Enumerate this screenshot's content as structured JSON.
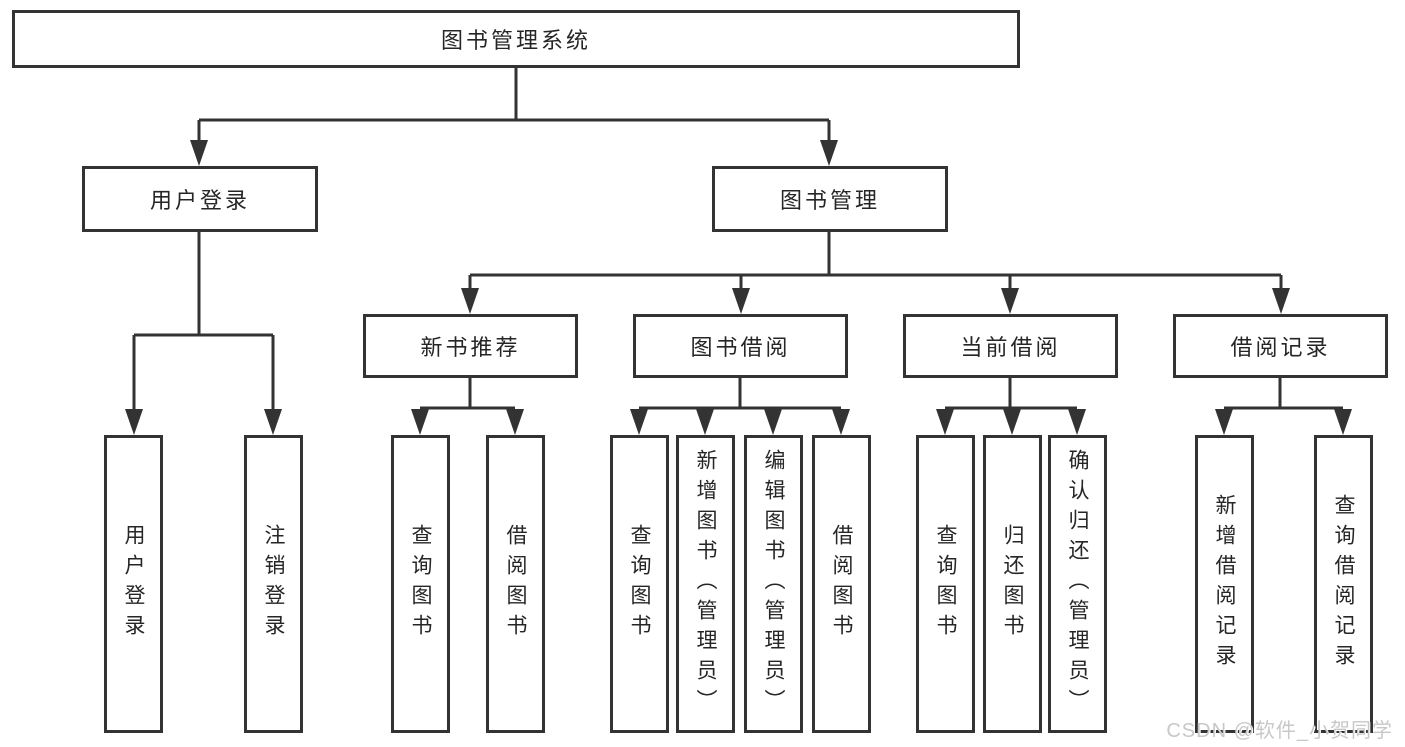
{
  "diagram": {
    "root": {
      "label": "图书管理系统",
      "children": [
        {
          "label": "用户登录",
          "children": [
            {
              "label": "用户登录"
            },
            {
              "label": "注销登录"
            }
          ]
        },
        {
          "label": "图书管理",
          "children": [
            {
              "label": "新书推荐",
              "children": [
                {
                  "label": "查询图书"
                },
                {
                  "label": "借阅图书"
                }
              ]
            },
            {
              "label": "图书借阅",
              "children": [
                {
                  "label": "查询图书"
                },
                {
                  "label": "新增图书（管理员）"
                },
                {
                  "label": "编辑图书（管理员）"
                },
                {
                  "label": "借阅图书"
                }
              ]
            },
            {
              "label": "当前借阅",
              "children": [
                {
                  "label": "查询图书"
                },
                {
                  "label": "归还图书"
                },
                {
                  "label": "确认归还（管理员）"
                }
              ]
            },
            {
              "label": "借阅记录",
              "children": [
                {
                  "label": "新增借阅记录"
                },
                {
                  "label": "查询借阅记录"
                }
              ]
            }
          ]
        }
      ]
    }
  },
  "watermark": {
    "text": "CSDN @软件_小贺同学"
  },
  "colors": {
    "line": "#333333",
    "box_border": "#333333",
    "text": "#262626",
    "watermark": "#c8c8c8",
    "background": "#ffffff"
  }
}
